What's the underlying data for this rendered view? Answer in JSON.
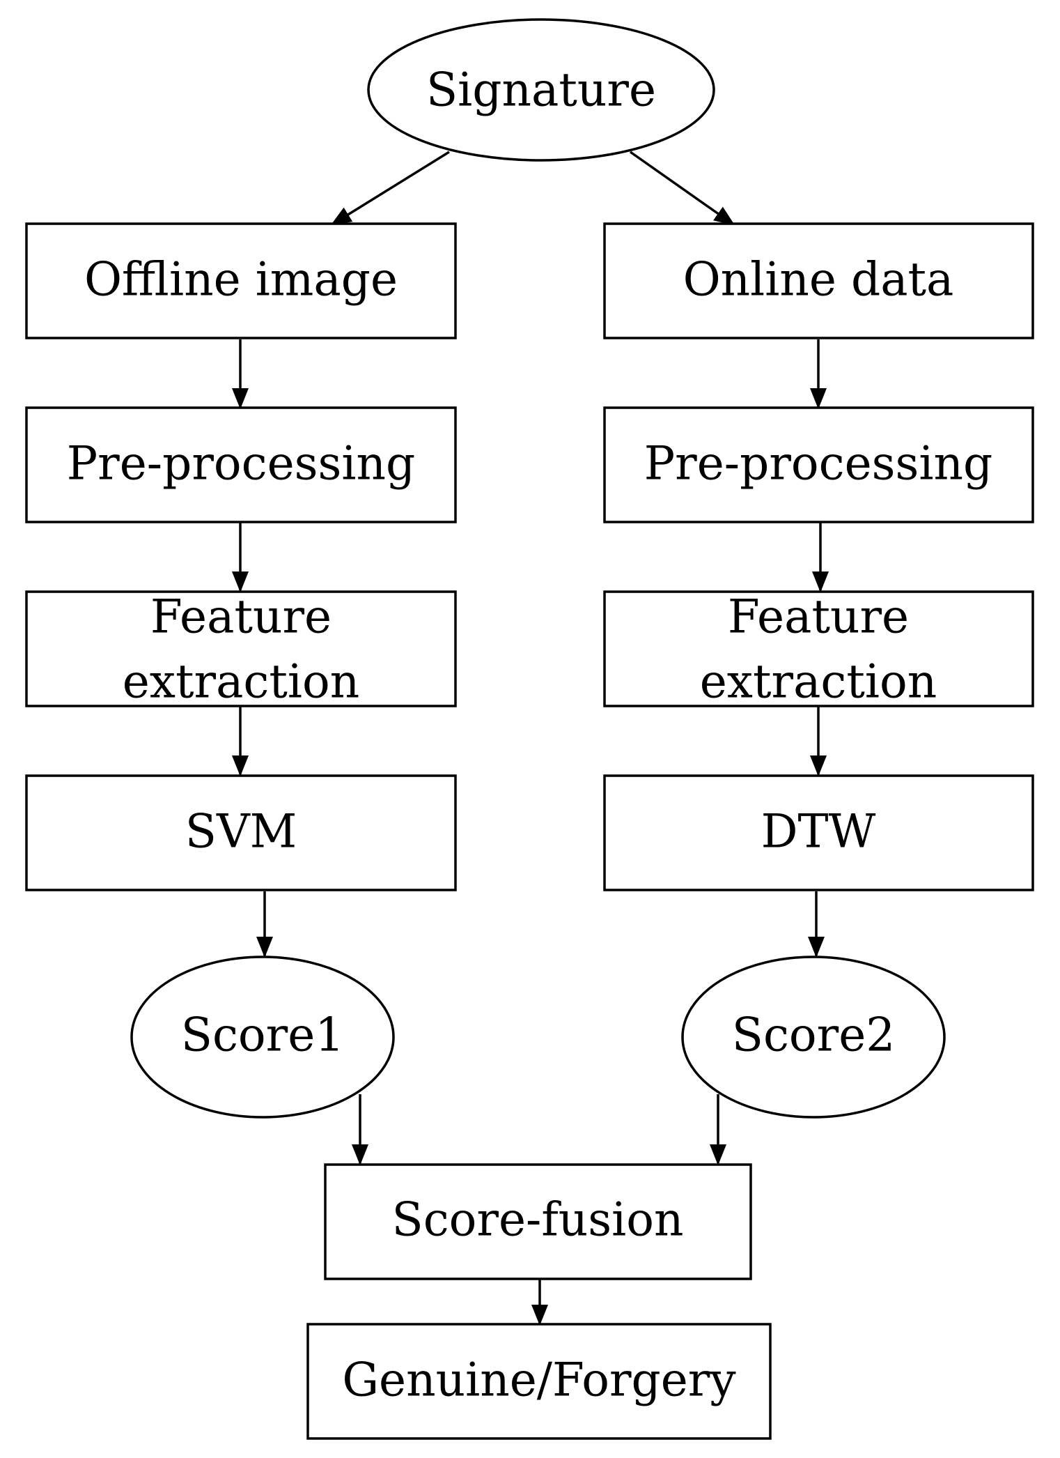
{
  "nodes": {
    "signature": "Signature",
    "offline_image": "Offline image",
    "online_data": "Online data",
    "preprocessing_left": "Pre-processing",
    "preprocessing_right": "Pre-processing",
    "feature_left_line1": "Feature",
    "feature_left_line2": "extraction",
    "feature_right_line1": "Feature",
    "feature_right_line2": "extraction",
    "svm": "SVM",
    "dtw": "DTW",
    "score1": "Score1",
    "score2": "Score2",
    "score_fusion": "Score-fusion",
    "decision": "Genuine/Forgery"
  },
  "colors": {
    "stroke": "#000000",
    "fill": "#ffffff"
  }
}
